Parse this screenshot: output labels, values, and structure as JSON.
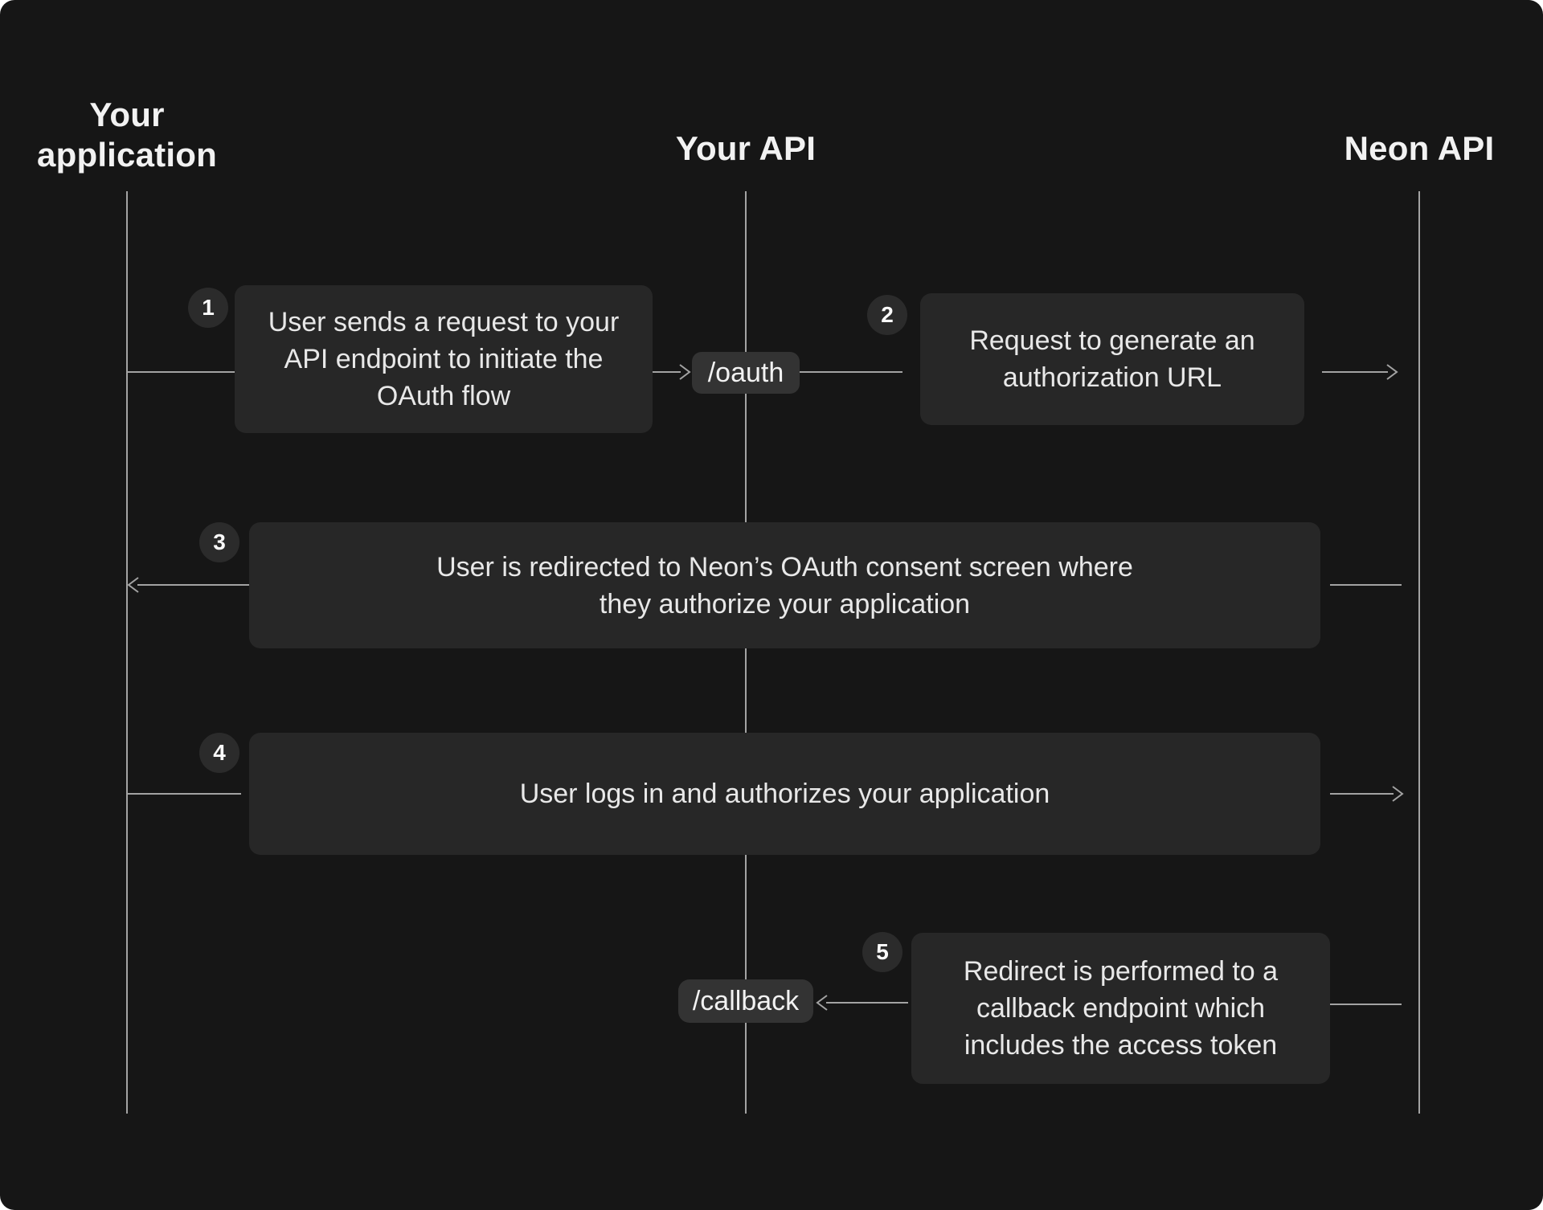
{
  "lanes": [
    {
      "label": "Your application"
    },
    {
      "label": "Your API"
    },
    {
      "label": "Neon API"
    }
  ],
  "steps": [
    {
      "num": "1",
      "text": "User sends a request to your API endpoint to initiate the OAuth flow"
    },
    {
      "num": "2",
      "text": "Request to generate an authorization URL"
    },
    {
      "num": "3",
      "text": "User is redirected to Neon’s OAuth consent screen where they authorize your application"
    },
    {
      "num": "4",
      "text": "User logs in and authorizes your application"
    },
    {
      "num": "5",
      "text": "Redirect is performed to a callback endpoint which includes the access token"
    }
  ],
  "endpoints": {
    "oauth": {
      "label": "/oauth"
    },
    "callback": {
      "label": "/callback"
    }
  },
  "colors": {
    "background": "#161616",
    "box": "#272727",
    "badge": "#2b2b2b",
    "pill": "#333333",
    "line": "#a3a3a3",
    "text": "#e8e8e8",
    "heading": "#f2f2f2"
  }
}
